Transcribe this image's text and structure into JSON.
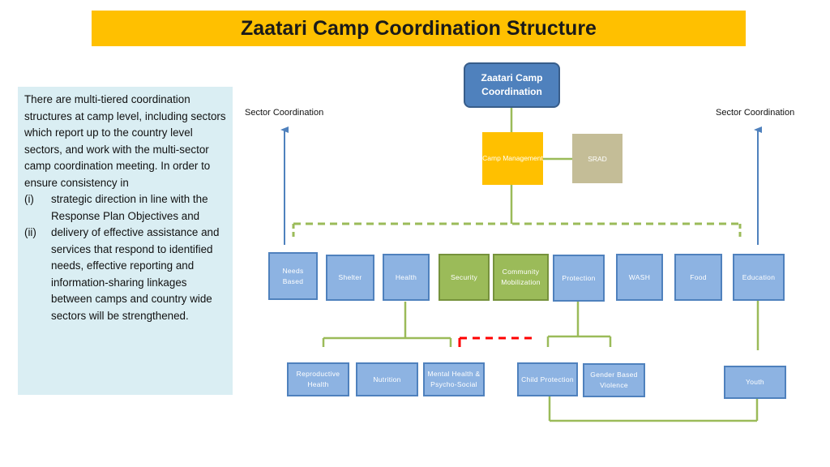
{
  "title": "Zaatari Camp Coordination Structure",
  "info": {
    "intro": "There are multi-tiered coordination structures at camp level, including sectors which report up to the country level sectors, and work with the multi-sector camp coordination meeting. In order to ensure consistency in",
    "items": [
      {
        "num": "(i)",
        "text": "strategic direction in line with the Response Plan Objectives and"
      },
      {
        "num": "(ii)",
        "text": "delivery of effective assistance and services that respond to identified needs, effective reporting and information-sharing linkages between camps and country wide sectors will be strengthened."
      }
    ]
  },
  "sector_coordination_left": "Sector Coordination",
  "sector_coordination_right": "Sector Coordination",
  "top": "Zaatari Camp Coordination",
  "camp_management": "Camp Management",
  "srad": "SRAD",
  "sectors": {
    "needs_based": "Needs Based",
    "shelter": "Shelter",
    "health": "Health",
    "security": "Security",
    "community_mobilization": "Community Mobilization",
    "protection": "Protection",
    "wash": "WASH",
    "food": "Food",
    "education": "Education"
  },
  "subsectors": {
    "reproductive_health": "Reproductive Health",
    "nutrition": "Nutrition",
    "mental_health": "Mental Health & Psycho-Social",
    "child_protection": "Child Protection",
    "gbv": "Gender Based Violence",
    "youth": "Youth"
  },
  "colors": {
    "title_bg": "#FFC000",
    "blue_box": "#8DB3E2",
    "dark_blue": "#4F81BD",
    "green_box": "#9BBB59",
    "srad": "#C4BD97",
    "connector_green": "#9BBB59",
    "dashed_red": "#FF0000",
    "arrow_blue": "#4F81BD"
  }
}
